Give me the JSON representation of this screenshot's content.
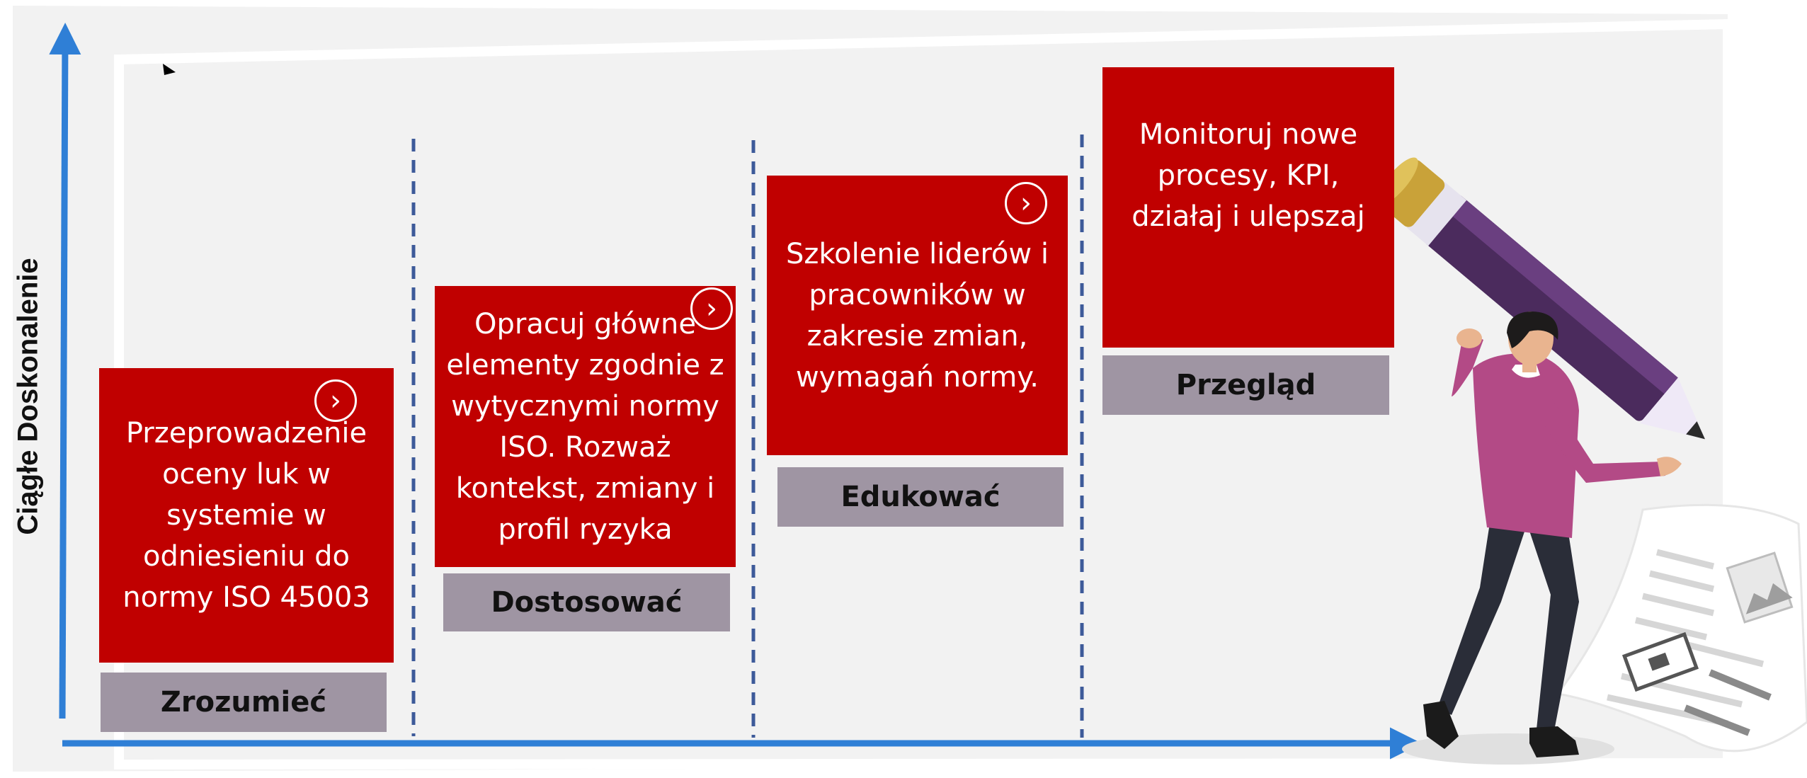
{
  "diagram": {
    "y_axis_label": "Ciągłe Doskonalenie",
    "steps": [
      {
        "label": "Zrozumieć",
        "text_lines": [
          "Przeprowadzenie",
          "oceny luk w",
          "systemie w",
          "odniesieniu do",
          "normy ISO 45003"
        ],
        "icon": "chevron-right-circle-icon"
      },
      {
        "label": "Dostosować",
        "text_lines": [
          "Opracuj główne",
          "elementy zgodnie z",
          "wytycznymi normy",
          "ISO. Rozważ",
          "kontekst, zmiany i",
          "profil ryzyka"
        ],
        "icon": "chevron-right-circle-icon"
      },
      {
        "label": "Edukować",
        "text_lines": [
          "Szkolenie liderów i",
          "pracowników w",
          "zakresie zmian,",
          "wymagań normy."
        ],
        "icon": "chevron-right-circle-icon"
      },
      {
        "label": "Przegląd",
        "text_lines": [
          "Monitoruj nowe",
          "procesy, KPI,",
          "działaj i ulepszaj"
        ]
      }
    ],
    "illustration": "person-carrying-pencil-illustration"
  },
  "colors": {
    "box_fill": "#c00000",
    "label_fill": "#9f95a3",
    "axis_blue": "#2f7fd6",
    "divider_dash": "#3d5a99",
    "panel_bg": "#f2f2f2"
  }
}
